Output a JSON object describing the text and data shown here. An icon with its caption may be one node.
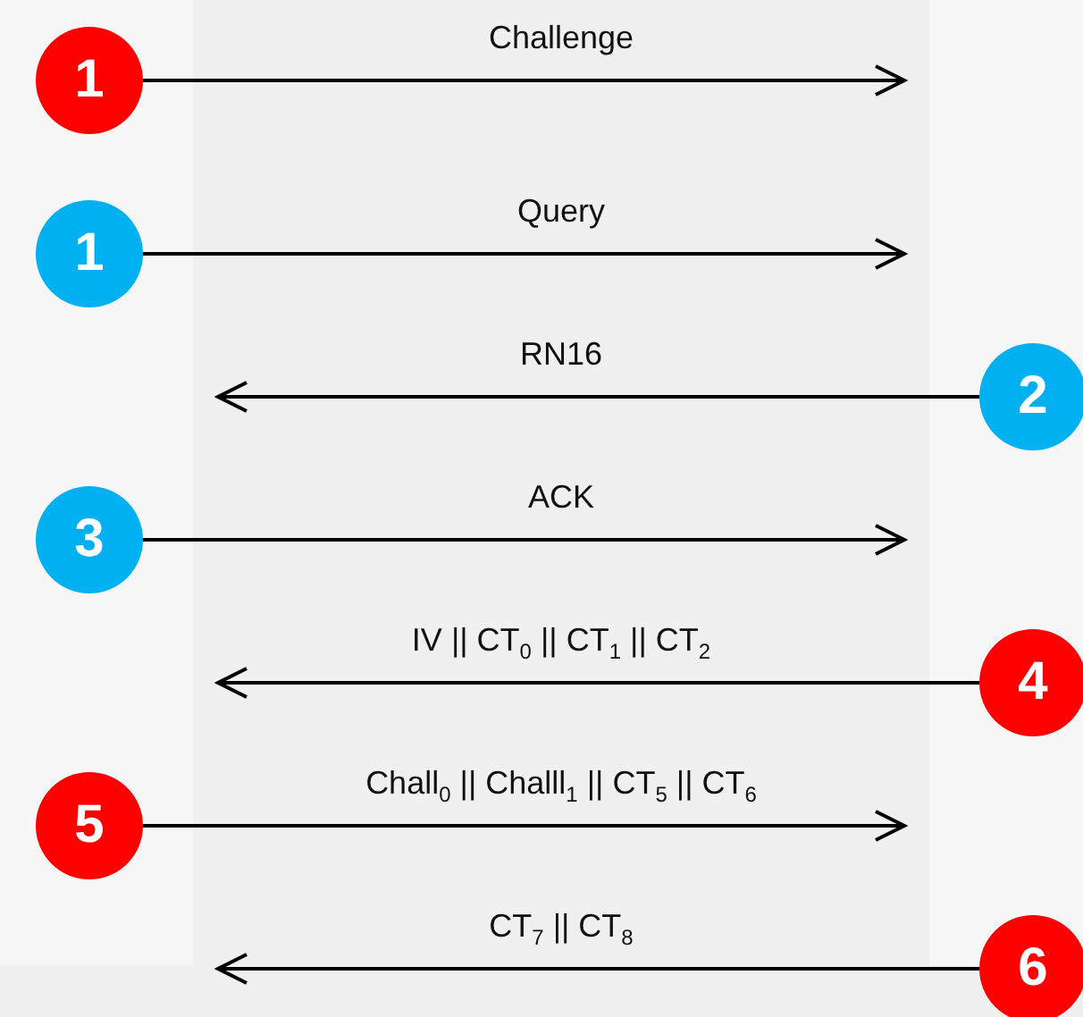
{
  "diagram": {
    "nodes": [
      {
        "text": [
          "1"
        ]
      },
      {
        "text": [
          "1"
        ]
      },
      {
        "text": [
          "2"
        ]
      },
      {
        "text": [
          "3"
        ]
      },
      {
        "text": [
          "4"
        ]
      },
      {
        "text": [
          "5"
        ]
      },
      {
        "text": [
          "6"
        ]
      }
    ],
    "edges": [
      {
        "from": 0,
        "to": null,
        "arrow": "to",
        "label": "Challenge"
      },
      {
        "from": 1,
        "to": null,
        "arrow": "to",
        "label": "Query"
      },
      {
        "from": 2,
        "to": null,
        "arrow": "to",
        "label": "RN16"
      },
      {
        "from": 3,
        "to": null,
        "arrow": "to",
        "label": "ACK"
      },
      {
        "from": 4,
        "to": null,
        "arrow": "to",
        "label": "IV || CT$_{0}$ || CT$_{1}$ || CT$_{2}$"
      },
      {
        "from": 5,
        "to": null,
        "arrow": "to",
        "label": "Chall$_{0}$ || Challl$_{1}$ || CT$_{5}$ || CT$_{6}$"
      },
      {
        "from": 6,
        "to": null,
        "arrow": "to",
        "label": "CT$_{7}$ || CT$_{8}$"
      }
    ]
  }
}
